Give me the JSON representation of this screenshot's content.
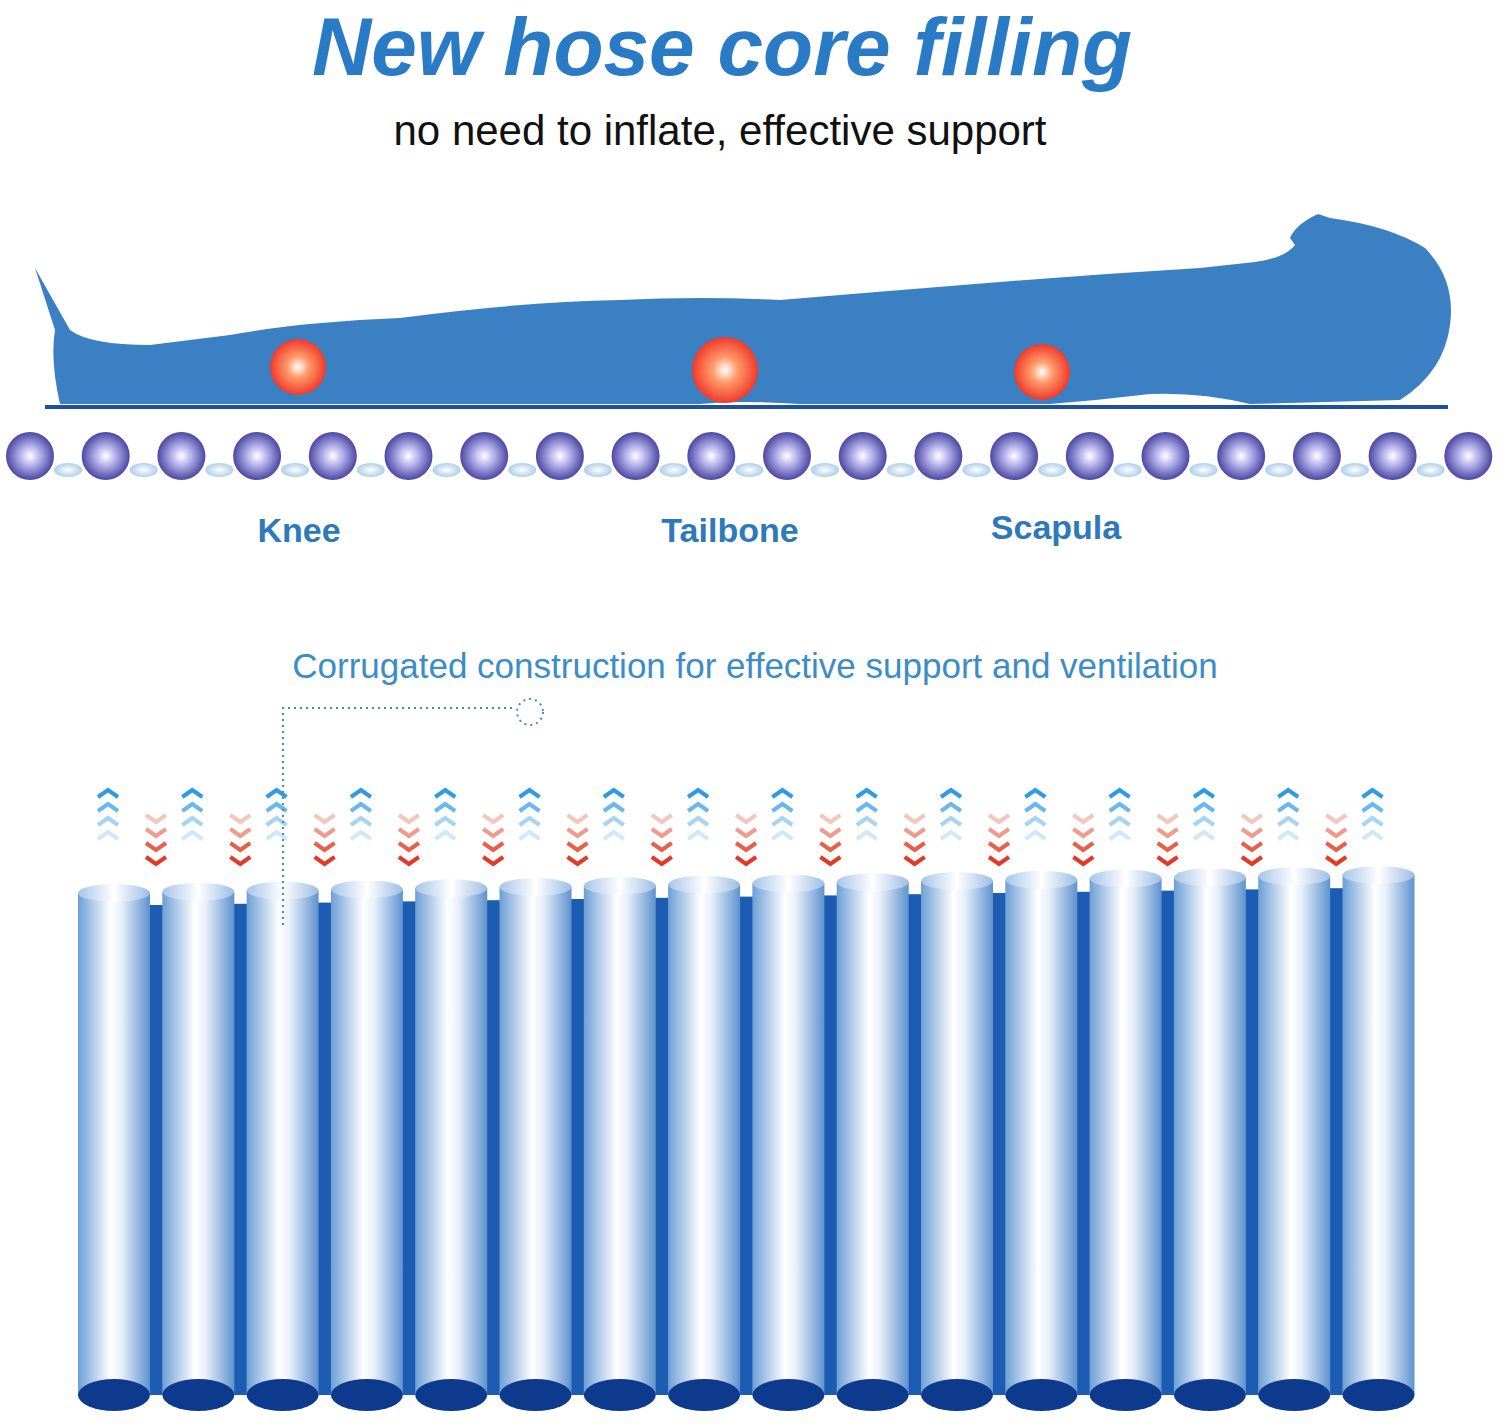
{
  "diagram": {
    "title": "New hose core filling",
    "labels": [
      "no need to inflate, effective support",
      "Knee",
      "Tailbone",
      "Scapula",
      "Corrugated construction for effective support and ventilation"
    ]
  }
}
